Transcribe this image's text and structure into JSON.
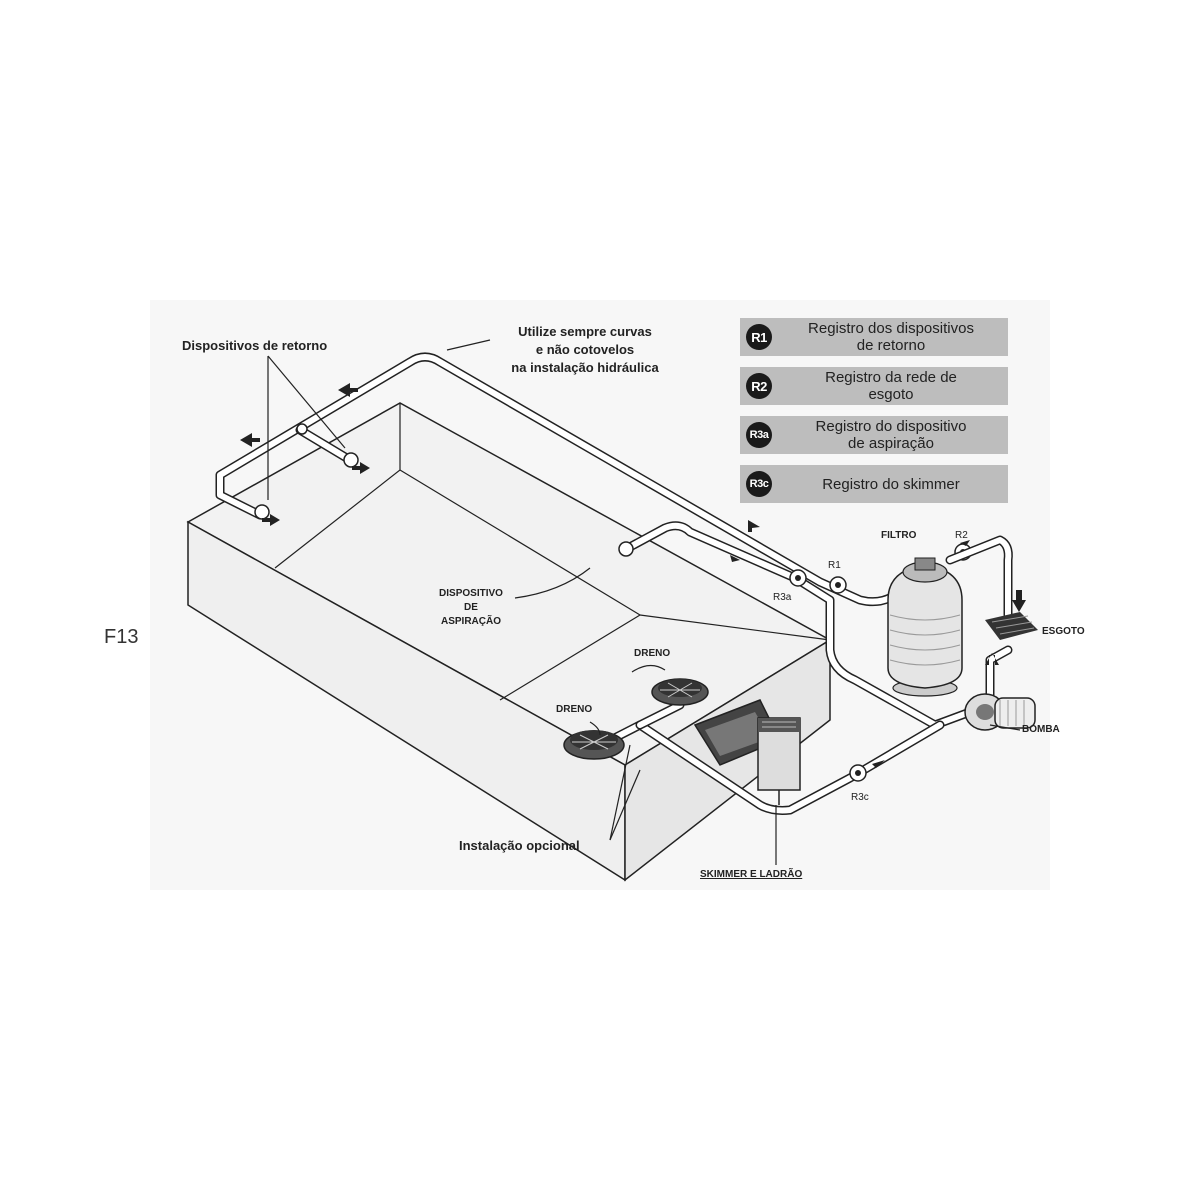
{
  "figure_code": "F13",
  "notes": {
    "return_devices": "Dispositivos de retorno",
    "curves_line1": "Utilize sempre curvas",
    "curves_line2": "e não cotovelos",
    "curves_line3": "na instalação hidráulica",
    "optional": "Instalação opcional"
  },
  "components": {
    "filter": "FILTRO",
    "pump": "BOMBA",
    "sewer": "ESGOTO",
    "skimmer": "SKIMMER E LADRÃO",
    "drain_1": "DRENO",
    "drain_2": "DRENO",
    "suction_line1": "DISPOSITIVO",
    "suction_line2": "DE",
    "suction_line3": "ASPIRAÇÃO"
  },
  "valves": {
    "r1": "R1",
    "r2": "R2",
    "r3a": "R3a",
    "r3c": "R3c"
  },
  "legend": [
    {
      "code": "R1",
      "line1": "Registro dos dispositivos",
      "line2": "de retorno"
    },
    {
      "code": "R2",
      "line1": "Registro da rede de",
      "line2": "esgoto"
    },
    {
      "code": "R3a",
      "line1": "Registro do dispositivo",
      "line2": "de aspiração"
    },
    {
      "code": "R3c",
      "line1": "Registro do skimmer",
      "line2": ""
    }
  ]
}
